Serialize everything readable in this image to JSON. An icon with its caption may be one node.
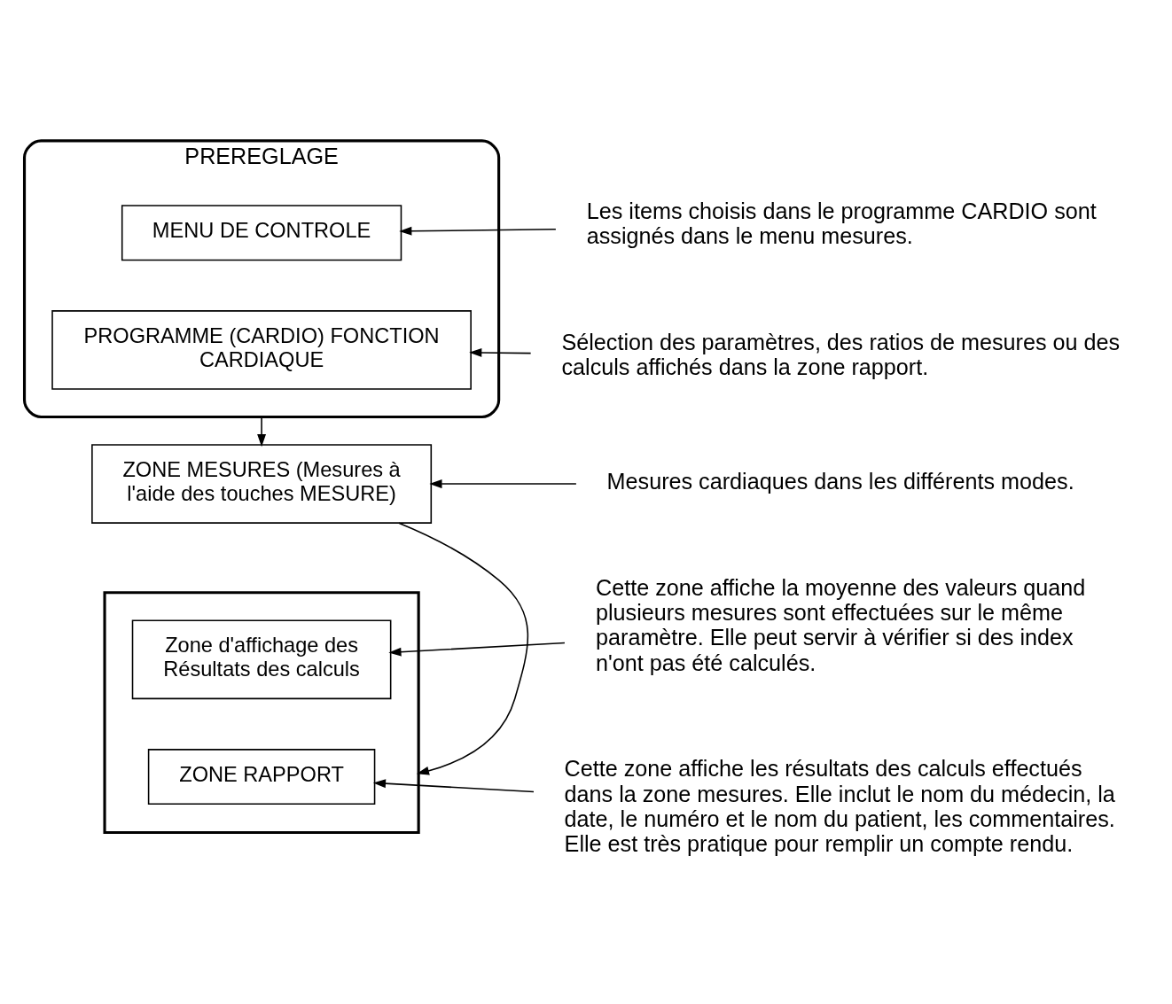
{
  "diagram": {
    "nodes": [
      {
        "text": [
          "PREREGLAGE"
        ]
      },
      {
        "text": [
          "PROGRAMME (CARDIO) FONCTION CARDIAQUE"
        ],
        "in": 0
      },
      {
        "text": [
          "MENU DE CONTROLE"
        ],
        "in": 0
      },
      {
        "text": [
          "ZONE MESURES (Mesures à l'aide des touches MESURE)"
        ]
      },
      {
        "text": [],
        "shape": "box"
      },
      {
        "text": [
          "ZONE RAPPORT"
        ],
        "in": 4
      },
      {
        "text": [
          "Zone d'affichage des Résultats des calculs"
        ],
        "in": 4
      },
      {
        "text": [
          "Sélection des paramètres, des ratios de mesures ou des calculs affichés dans la zone rapport."
        ]
      },
      {
        "text": [
          "Les items choisis dans le programme CARDIO sont assignés dans le menu mesures."
        ]
      },
      {
        "text": [
          "Mesures cardiaques dans les différents modes."
        ]
      },
      {
        "text": [
          "Cette zone affiche les résultats des calculs effectués dans la zone mesures. Elle inclut le nom du médecin, la date, le numéro et le nom du patient, les commentaires. Elle est très pratique pour remplir un compte rendu."
        ]
      },
      {
        "text": [
          "Cette zone affiche la moyenne des valeurs quand plusieurs mesures sont effectuées sur le même paramètre. Elle peut servir à vérifier si des index n'ont pas été calculés."
        ]
      }
    ],
    "edges": [
      {
        "from": 0,
        "to": 3,
        "arrow": "to"
      },
      {
        "from": 3,
        "to": 4,
        "arrow": "to"
      },
      {
        "from": 7,
        "to": 1,
        "arrow": "to"
      },
      {
        "from": 8,
        "to": 2,
        "arrow": "to"
      },
      {
        "from": 9,
        "to": 3,
        "arrow": "to"
      },
      {
        "from": 10,
        "to": 5,
        "arrow": "to"
      },
      {
        "from": 11,
        "to": 6,
        "arrow": "to"
      }
    ]
  }
}
